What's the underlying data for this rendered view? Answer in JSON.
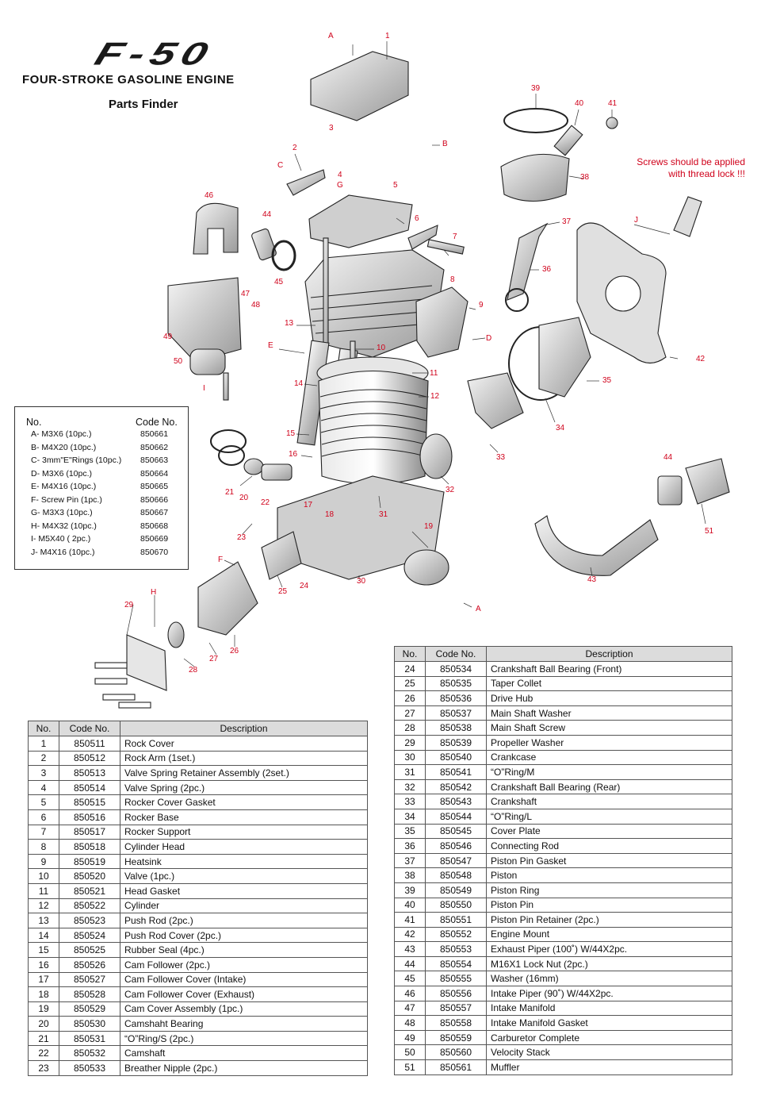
{
  "header": {
    "logo": "F-50",
    "subtitle": "FOUR-STROKE GASOLINE ENGINE",
    "section_title": "Parts Finder"
  },
  "warning": {
    "line1": "Screws should be applied",
    "line2": "with thread lock !!!"
  },
  "callouts": [
    "A",
    "1",
    "39",
    "40",
    "41",
    "3",
    "B",
    "2",
    "C",
    "4",
    "G",
    "5",
    "38",
    "46",
    "44",
    "6",
    "J",
    "7",
    "37",
    "45",
    "8",
    "36",
    "47",
    "48",
    "9",
    "13",
    "D",
    "E",
    "10",
    "49",
    "50",
    "11",
    "42",
    "35",
    "14",
    "I",
    "12",
    "34",
    "15",
    "33",
    "16",
    "44",
    "21",
    "20",
    "22",
    "32",
    "17",
    "18",
    "31",
    "19",
    "51",
    "23",
    "F",
    "25",
    "24",
    "30",
    "43",
    "A",
    "H",
    "29",
    "27",
    "26",
    "28"
  ],
  "screw_table": {
    "headers": {
      "no": "No.",
      "code": "Code No."
    },
    "rows": [
      {
        "no": "A- M3X6 (10pc.)",
        "code": "850661"
      },
      {
        "no": "B- M4X20 (10pc.)",
        "code": "850662"
      },
      {
        "no": "C- 3mm\"E\"Rings (10pc.)",
        "code": "850663"
      },
      {
        "no": "D- M3X6 (10pc.)",
        "code": "850664"
      },
      {
        "no": "E- M4X16 (10pc.)",
        "code": "850665"
      },
      {
        "no": "F- Screw Pin (1pc.)",
        "code": "850666"
      },
      {
        "no": "G- M3X3 (10pc.)",
        "code": "850667"
      },
      {
        "no": "H- M4X32 (10pc.)",
        "code": "850668"
      },
      {
        "no": "I-  M5X40 ( 2pc.)",
        "code": "850669"
      },
      {
        "no": "J- M4X16 (10pc.)",
        "code": "850670"
      }
    ]
  },
  "parts_tables": {
    "headers": {
      "no": "No.",
      "code": "Code No.",
      "desc": "Description"
    },
    "left": [
      {
        "no": "1",
        "code": "850511",
        "desc": "Rock Cover"
      },
      {
        "no": "2",
        "code": "850512",
        "desc": "Rock Arm (1set.)"
      },
      {
        "no": "3",
        "code": "850513",
        "desc": "Valve Spring Retainer Assembly (2set.)"
      },
      {
        "no": "4",
        "code": "850514",
        "desc": "Valve Spring (2pc.)"
      },
      {
        "no": "5",
        "code": "850515",
        "desc": "Rocker Cover Gasket"
      },
      {
        "no": "6",
        "code": "850516",
        "desc": "Rocker Base"
      },
      {
        "no": "7",
        "code": "850517",
        "desc": "Rocker Support"
      },
      {
        "no": "8",
        "code": "850518",
        "desc": "Cylinder Head"
      },
      {
        "no": "9",
        "code": "850519",
        "desc": "Heatsink"
      },
      {
        "no": "10",
        "code": "850520",
        "desc": "Valve (1pc.)"
      },
      {
        "no": "11",
        "code": "850521",
        "desc": "Head Gasket"
      },
      {
        "no": "12",
        "code": "850522",
        "desc": "Cylinder"
      },
      {
        "no": "13",
        "code": "850523",
        "desc": "Push Rod (2pc.)"
      },
      {
        "no": "14",
        "code": "850524",
        "desc": "Push Rod Cover (2pc.)"
      },
      {
        "no": "15",
        "code": "850525",
        "desc": "Rubber Seal (4pc.)"
      },
      {
        "no": "16",
        "code": "850526",
        "desc": "Cam Follower (2pc.)"
      },
      {
        "no": "17",
        "code": "850527",
        "desc": "Cam Follower Cover (Intake)"
      },
      {
        "no": "18",
        "code": "850528",
        "desc": "Cam Follower Cover (Exhaust)"
      },
      {
        "no": "19",
        "code": "850529",
        "desc": "Cam Cover Assembly (1pc.)"
      },
      {
        "no": "20",
        "code": "850530",
        "desc": "Camshaht Bearing"
      },
      {
        "no": "21",
        "code": "850531",
        "desc": "“O”Ring/S (2pc.)"
      },
      {
        "no": "22",
        "code": "850532",
        "desc": "Camshaft"
      },
      {
        "no": "23",
        "code": "850533",
        "desc": "Breather Nipple (2pc.)"
      }
    ],
    "right": [
      {
        "no": "24",
        "code": "850534",
        "desc": "Crankshaft Ball Bearing (Front)"
      },
      {
        "no": "25",
        "code": "850535",
        "desc": "Taper Collet"
      },
      {
        "no": "26",
        "code": "850536",
        "desc": "Drive Hub"
      },
      {
        "no": "27",
        "code": "850537",
        "desc": "Main Shaft Washer"
      },
      {
        "no": "28",
        "code": "850538",
        "desc": "Main Shaft Screw"
      },
      {
        "no": "29",
        "code": "850539",
        "desc": "Propeller Washer"
      },
      {
        "no": "30",
        "code": "850540",
        "desc": "Crankcase"
      },
      {
        "no": "31",
        "code": "850541",
        "desc": "“O”Ring/M"
      },
      {
        "no": "32",
        "code": "850542",
        "desc": "Crankshaft Ball Bearing (Rear)"
      },
      {
        "no": "33",
        "code": "850543",
        "desc": "Crankshaft"
      },
      {
        "no": "34",
        "code": "850544",
        "desc": "“O”Ring/L"
      },
      {
        "no": "35",
        "code": "850545",
        "desc": "Cover Plate"
      },
      {
        "no": "36",
        "code": "850546",
        "desc": "Connecting Rod"
      },
      {
        "no": "37",
        "code": "850547",
        "desc": "Piston Pin Gasket"
      },
      {
        "no": "38",
        "code": "850548",
        "desc": "Piston"
      },
      {
        "no": "39",
        "code": "850549",
        "desc": "Piston Ring"
      },
      {
        "no": "40",
        "code": "850550",
        "desc": "Piston Pin"
      },
      {
        "no": "41",
        "code": "850551",
        "desc": "Piston Pin Retainer (2pc.)"
      },
      {
        "no": "42",
        "code": "850552",
        "desc": "Engine Mount"
      },
      {
        "no": "43",
        "code": "850553",
        "desc": "Exhaust Piper (100˚) W/44X2pc."
      },
      {
        "no": "44",
        "code": "850554",
        "desc": "M16X1 Lock Nut (2pc.)"
      },
      {
        "no": "45",
        "code": "850555",
        "desc": "Washer (16mm)"
      },
      {
        "no": "46",
        "code": "850556",
        "desc": "Intake Piper (90˚) W/44X2pc."
      },
      {
        "no": "47",
        "code": "850557",
        "desc": "Intake Manifold"
      },
      {
        "no": "48",
        "code": "850558",
        "desc": "Intake Manifold Gasket"
      },
      {
        "no": "49",
        "code": "850559",
        "desc": "Carburetor Complete"
      },
      {
        "no": "50",
        "code": "850560",
        "desc": "Velocity Stack"
      },
      {
        "no": "51",
        "code": "850561",
        "desc": "Muffler"
      }
    ]
  },
  "colors": {
    "callout": "#d0021b",
    "table_header": "#dcdcdc",
    "line_art": "#222222"
  }
}
